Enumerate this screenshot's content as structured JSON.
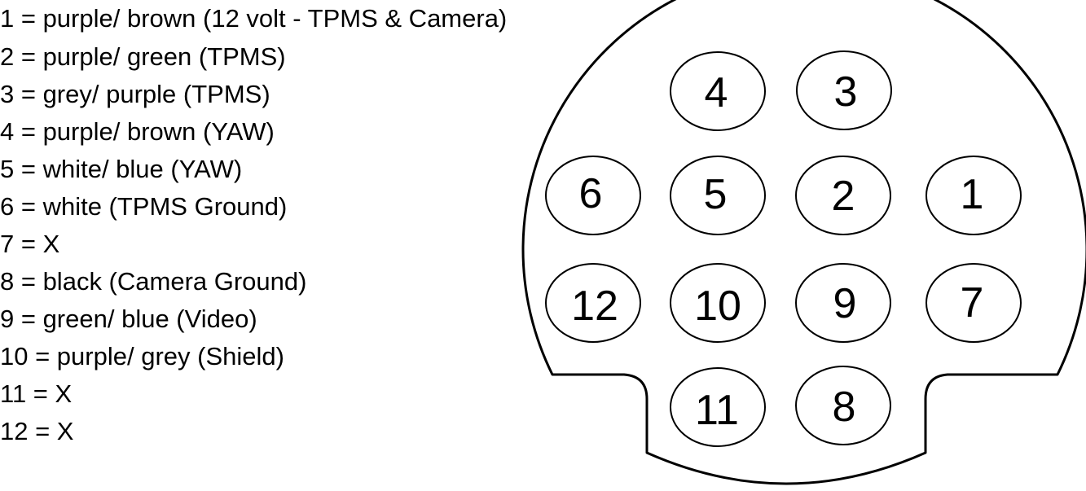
{
  "legend": {
    "items": [
      {
        "pin": "1",
        "text": "1 = purple/ brown (12 volt - TPMS & Camera)"
      },
      {
        "pin": "2",
        "text": "2 = purple/ green (TPMS)"
      },
      {
        "pin": "3",
        "text": "3 = grey/ purple (TPMS)"
      },
      {
        "pin": "4",
        "text": "4 = purple/ brown (YAW)"
      },
      {
        "pin": "5",
        "text": "5 = white/ blue (YAW)"
      },
      {
        "pin": "6",
        "text": "6 = white (TPMS Ground)"
      },
      {
        "pin": "7",
        "text": "7 = X"
      },
      {
        "pin": "8",
        "text": "8 = black (Camera Ground)"
      },
      {
        "pin": "9",
        "text": "9 = green/ blue (Video)"
      },
      {
        "pin": "10",
        "text": "10 = purple/ grey (Shield)"
      },
      {
        "pin": "11",
        "text": "11 = X"
      },
      {
        "pin": "12",
        "text": "12 = X"
      }
    ]
  },
  "connector": {
    "pins": {
      "p1": "1",
      "p2": "2",
      "p3": "3",
      "p4": "4",
      "p5": "5",
      "p6": "6",
      "p7": "7",
      "p8": "8",
      "p9": "9",
      "p10": "10",
      "p11": "11",
      "p12": "12"
    }
  }
}
